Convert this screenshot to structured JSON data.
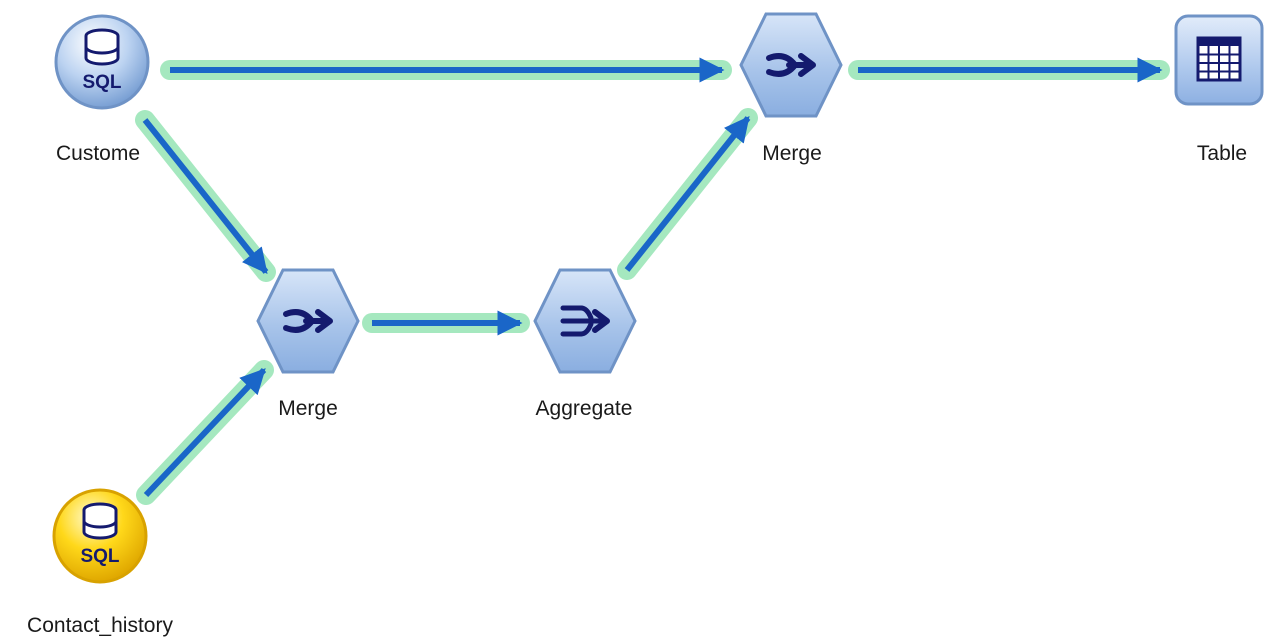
{
  "stream": {
    "nodes": {
      "customer_source": {
        "label": "Custome",
        "type": "sql-source",
        "icon_text": "SQL",
        "color": "#a8c4ea"
      },
      "contact_history_source": {
        "label": "Contact_history",
        "type": "sql-source",
        "icon_text": "SQL",
        "color": "#f5d000"
      },
      "merge_lower": {
        "label": "Merge",
        "type": "merge"
      },
      "aggregate": {
        "label": "Aggregate",
        "type": "aggregate"
      },
      "merge_upper": {
        "label": "Merge",
        "type": "merge"
      },
      "table_output": {
        "label": "Table",
        "type": "table"
      }
    },
    "connections": [
      {
        "from": "customer_source",
        "to": "merge_upper"
      },
      {
        "from": "customer_source",
        "to": "merge_lower"
      },
      {
        "from": "contact_history_source",
        "to": "merge_lower"
      },
      {
        "from": "merge_lower",
        "to": "aggregate"
      },
      {
        "from": "aggregate",
        "to": "merge_upper"
      },
      {
        "from": "merge_upper",
        "to": "table_output"
      }
    ],
    "colors": {
      "connector_line": "#1a66c8",
      "connector_highlight": "#96e4b4",
      "node_blue": "#a8c4ea",
      "node_yellow": "#f5d000",
      "glyph_dark": "#141a6e"
    }
  }
}
